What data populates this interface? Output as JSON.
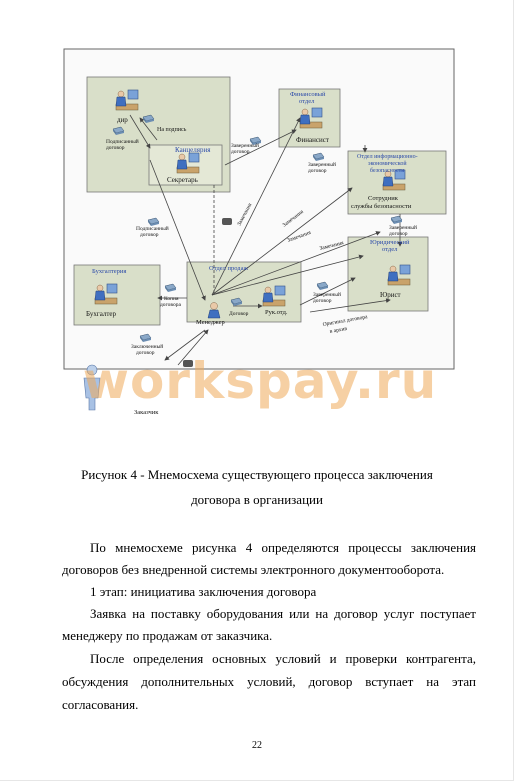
{
  "diagram": {
    "director": "дир",
    "not_signed": "На подпись",
    "signed_contract_a": [
      "Подписанный",
      "договор"
    ],
    "office_title": "Канцелярия",
    "secretary": "Секретарь",
    "certified_contract": [
      "Заверенный",
      "договор"
    ],
    "finance_title": [
      "Финансовый",
      "отдел"
    ],
    "financier": "Финансист",
    "certified_contract_2": [
      "Заверенный",
      "договор"
    ],
    "security_title": [
      "Отдел информационно-",
      "экономической",
      "безопасности"
    ],
    "security_employee": [
      "Сотрудник",
      "службы безопасности"
    ],
    "certified_contract_3": [
      "Заверенный",
      "договор"
    ],
    "remark_1": "Замечания",
    "remark_2": "Замечания",
    "remark_3": "Замечания",
    "remark_4": "Замечания",
    "signed_contract_b": [
      "Подписанный",
      "договор"
    ],
    "legal_title": [
      "Юридический",
      "отдел"
    ],
    "lawyer": "Юрист",
    "accounting_title": "Бухгалтерия",
    "accountant": "Бухгалтер",
    "copy_contract": [
      "Копия",
      "договора"
    ],
    "sales_title": "Отдел продаж",
    "manager": "Менеджер",
    "head": "Рук.отд.",
    "contract": "Договор",
    "certified_contract_4": [
      "Заверенный",
      "договор"
    ],
    "original_archive": [
      "Оригинал договора",
      "в архив"
    ],
    "concluded_contract": [
      "Заключенный",
      "договор"
    ],
    "customer": "Заказчик"
  },
  "watermark": "workspay.ru",
  "caption": {
    "line1": "Рисунок 4 - Мнемосхема существующего процесса заключения",
    "line2": "договора в организации"
  },
  "body": {
    "p1_l1": "По мнемосхеме рисунка 4 определяются процессы заключения",
    "p1_l2": "договоров без внедренной системы электронного документооборота.",
    "p2": "1 этап: инициатива заключения договора",
    "p3_l1": "Заявка на поставку оборудования или на договор услуг поступает",
    "p3_l2": "менеджеру по продажам от заказчика.",
    "p4_l1": "После определения основных условий и проверки контрагента,",
    "p4_l2": "обсуждения дополнительных условий, договор вступает на этап",
    "p4_l3": "согласования."
  },
  "page_number": "22"
}
